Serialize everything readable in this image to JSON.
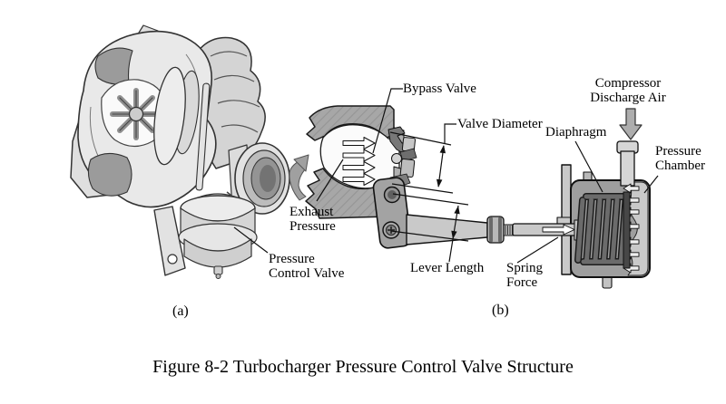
{
  "caption": "Figure 8-2 Turbocharger Pressure Control Valve Structure",
  "panels": {
    "a_label": "(a)",
    "b_label": "(b)"
  },
  "labels": {
    "bypass_valve": "Bypass Valve",
    "valve_diameter": "Valve Diameter",
    "diaphragm": "Diaphragm",
    "compressor_discharge_air": {
      "line1": "Compressor",
      "line2": "Discharge Air"
    },
    "pressure_chamber": {
      "line1": "Pressure",
      "line2": "Chamber"
    },
    "exhaust_pressure": {
      "line1": "Exhaust",
      "line2": "Pressure"
    },
    "lever_length": "Lever Length",
    "spring_force": {
      "line1": "Spring",
      "line2": "Force"
    },
    "pressure_control_valve": {
      "line1": "Pressure",
      "line2": "Control Valve"
    }
  },
  "icons": {
    "exhaust_flow_arrows": "four white right-pointing flow arrows",
    "pressure_chamber_arrows": "seven small left-pointing air-pressure arrows",
    "spring_force_arrow": "white right-pointing arrow inside rod",
    "compressor_discharge_arrow": "gray block arrow pointing down",
    "rotation_arrow": "gray curved arrow pointing up"
  },
  "colors": {
    "background": "#ffffff",
    "ink": "#1a1a1a",
    "housing_hatched_gray": "#a7a7a7",
    "mid_gray": "#9e9e9e",
    "light_gray": "#c9c9c9",
    "dark_gray": "#5f5f5f",
    "white_arrow": "#ffffff"
  }
}
